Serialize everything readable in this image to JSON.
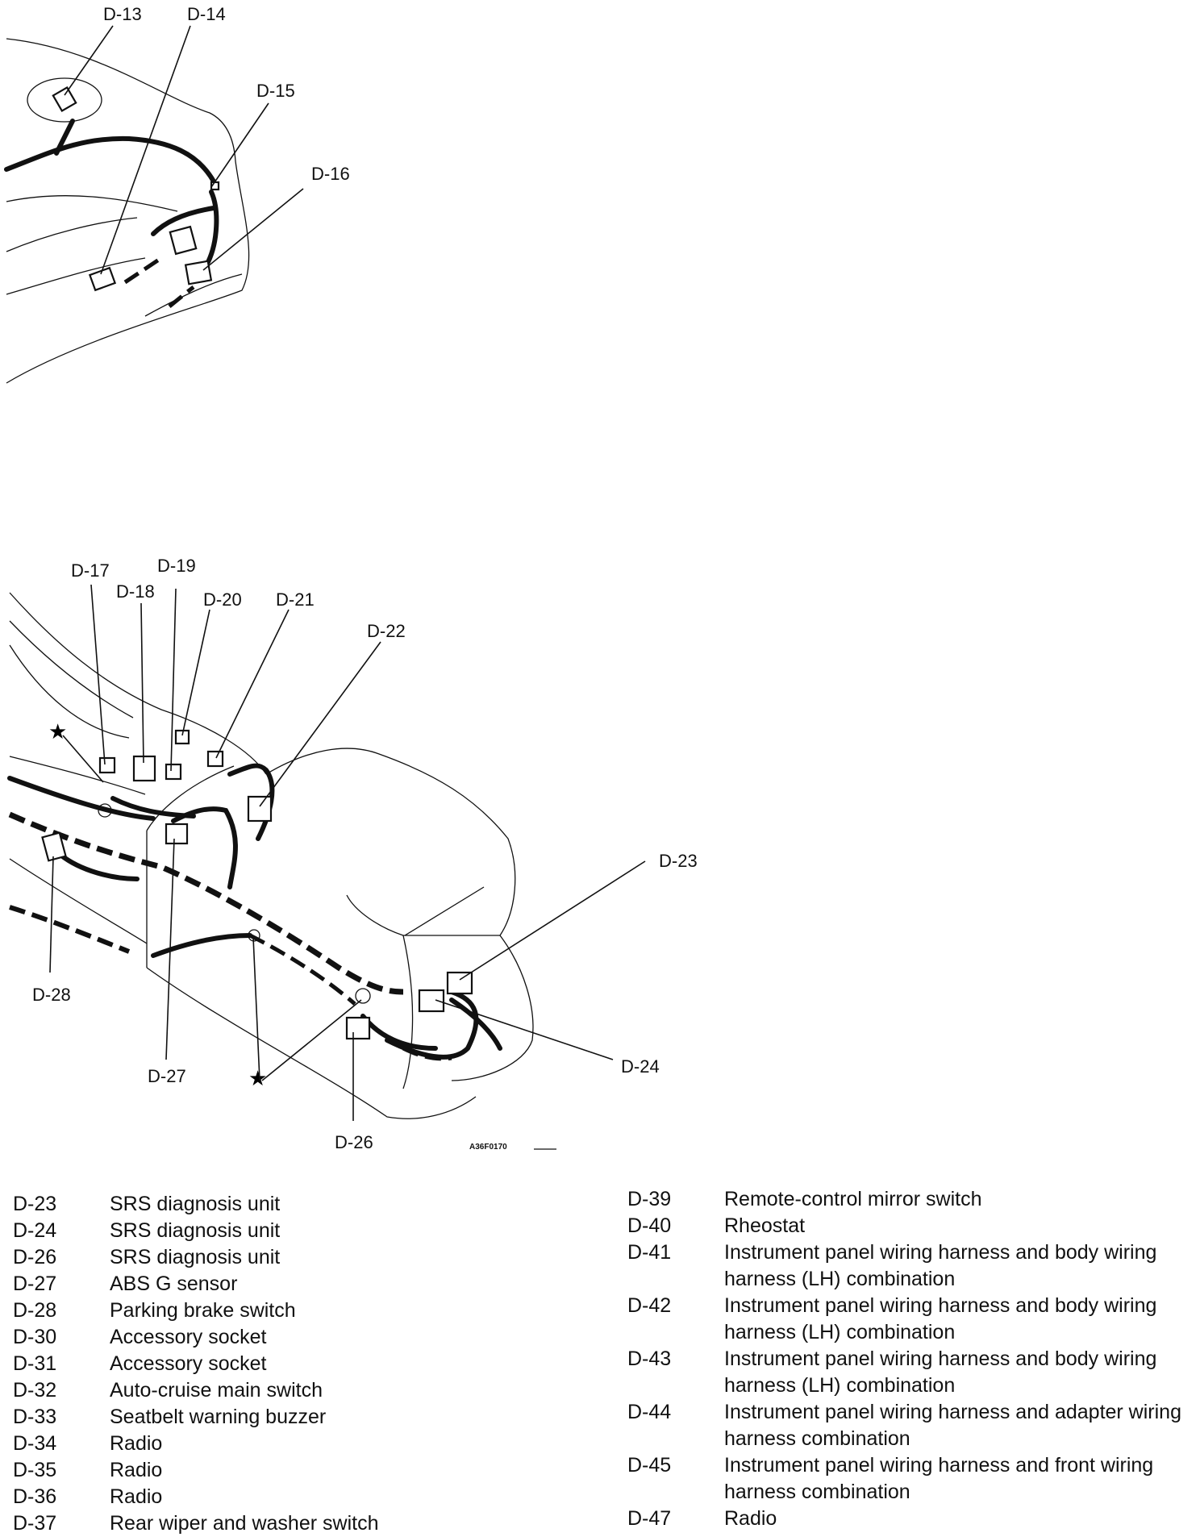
{
  "top_callouts": [
    "D-13",
    "D-14",
    "D-15",
    "D-16"
  ],
  "bottom_callouts": [
    "D-17",
    "D-18",
    "D-19",
    "D-20",
    "D-21",
    "D-22",
    "D-23",
    "D-24",
    "D-26",
    "D-27",
    "D-28"
  ],
  "figure_code": "A36F0170",
  "legend_left": [
    {
      "code": "D-23",
      "desc": "SRS diagnosis unit"
    },
    {
      "code": "D-24",
      "desc": "SRS diagnosis unit"
    },
    {
      "code": "D-26",
      "desc": "SRS diagnosis unit"
    },
    {
      "code": "D-27",
      "desc": "ABS G sensor"
    },
    {
      "code": "D-28",
      "desc": "Parking brake switch"
    },
    {
      "code": "D-30",
      "desc": "Accessory socket"
    },
    {
      "code": "D-31",
      "desc": "Accessory socket"
    },
    {
      "code": "D-32",
      "desc": "Auto-cruise main switch"
    },
    {
      "code": "D-33",
      "desc": "Seatbelt warning buzzer"
    },
    {
      "code": "D-34",
      "desc": "Radio"
    },
    {
      "code": "D-35",
      "desc": "Radio"
    },
    {
      "code": "D-36",
      "desc": "Radio"
    },
    {
      "code": "D-37",
      "desc": "Rear wiper and washer switch"
    }
  ],
  "legend_right": [
    {
      "code": "D-39",
      "desc": "Remote-control mirror switch"
    },
    {
      "code": "D-40",
      "desc": "Rheostat"
    },
    {
      "code": "D-41",
      "desc": "Instrument panel wiring harness and body wiring harness (LH) combination"
    },
    {
      "code": "D-42",
      "desc": "Instrument panel wiring harness and body wiring harness (LH) combination"
    },
    {
      "code": "D-43",
      "desc": "Instrument panel wiring harness and body wiring harness (LH) combination"
    },
    {
      "code": "D-44",
      "desc": "Instrument panel wiring harness and adapter wiring harness combination"
    },
    {
      "code": "D-45",
      "desc": "Instrument panel wiring harness and front wiring harness combination"
    },
    {
      "code": "D-47",
      "desc": "Radio"
    }
  ]
}
